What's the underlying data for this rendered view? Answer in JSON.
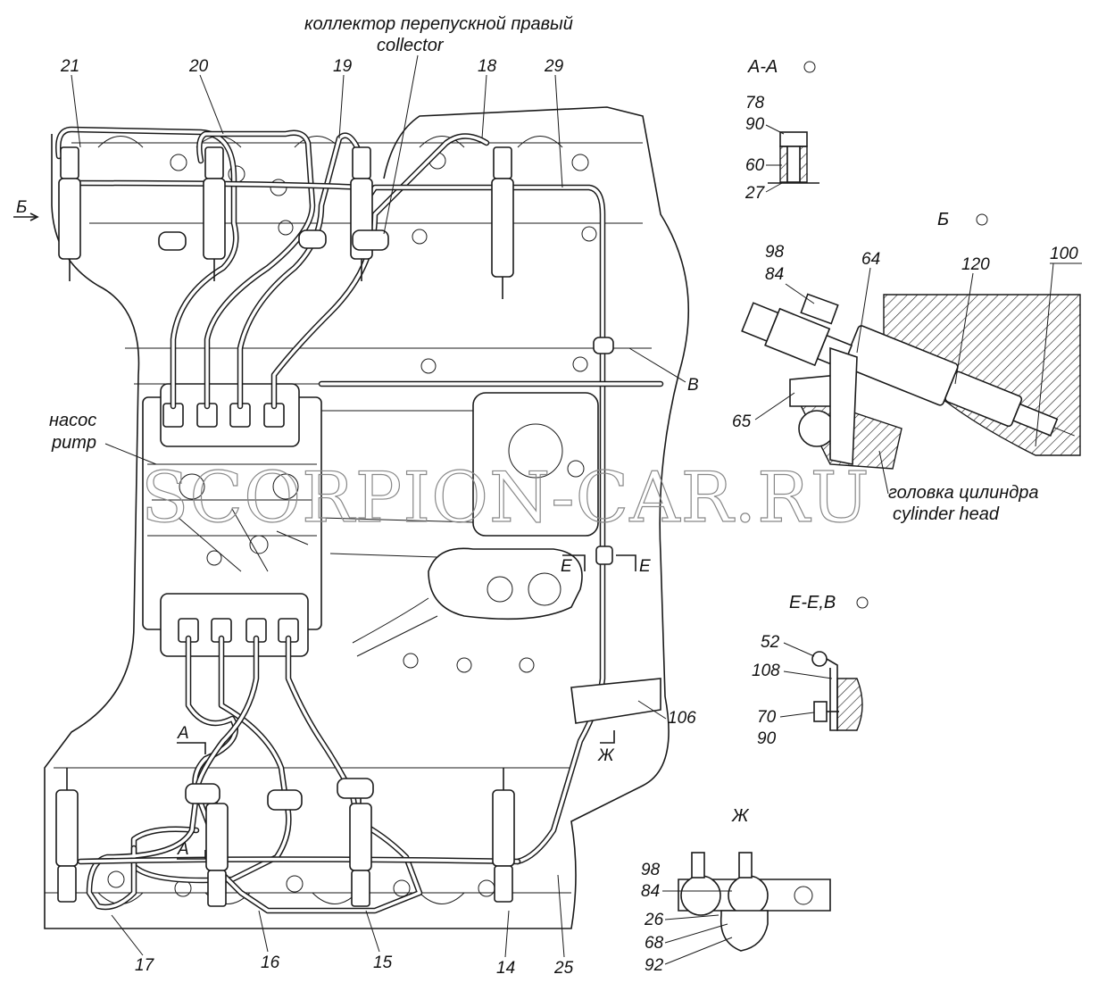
{
  "collector_label": {
    "ru": "коллектор перепускной правый",
    "en": "collector"
  },
  "pump_label": {
    "ru": "насос",
    "en": "pump"
  },
  "head_label": {
    "ru": "головка цилиндра",
    "en": "cylinder head"
  },
  "watermark": "SCORPION-CAR.RU",
  "section_b_arrow": "Б",
  "section_a_arrow": "А",
  "section_e_arrow": "Е",
  "section_zh_arrow": "Ж",
  "section_v_label": "В",
  "views": {
    "aa": "А-А",
    "b": "Б",
    "ee": "Е-Е,В",
    "zh": "Ж"
  },
  "callouts_top": [
    "21",
    "20",
    "19",
    "18",
    "29"
  ],
  "callouts_bottom": [
    "17",
    "16",
    "15",
    "14",
    "25"
  ],
  "callouts_right": [
    "106"
  ],
  "detail_aa": [
    "78",
    "90",
    "60",
    "27"
  ],
  "detail_b": [
    "98",
    "84",
    "64",
    "120",
    "100",
    "65"
  ],
  "detail_ee": [
    "52",
    "108",
    "70",
    "90"
  ],
  "detail_zh": [
    "98",
    "84",
    "26",
    "68",
    "92"
  ]
}
